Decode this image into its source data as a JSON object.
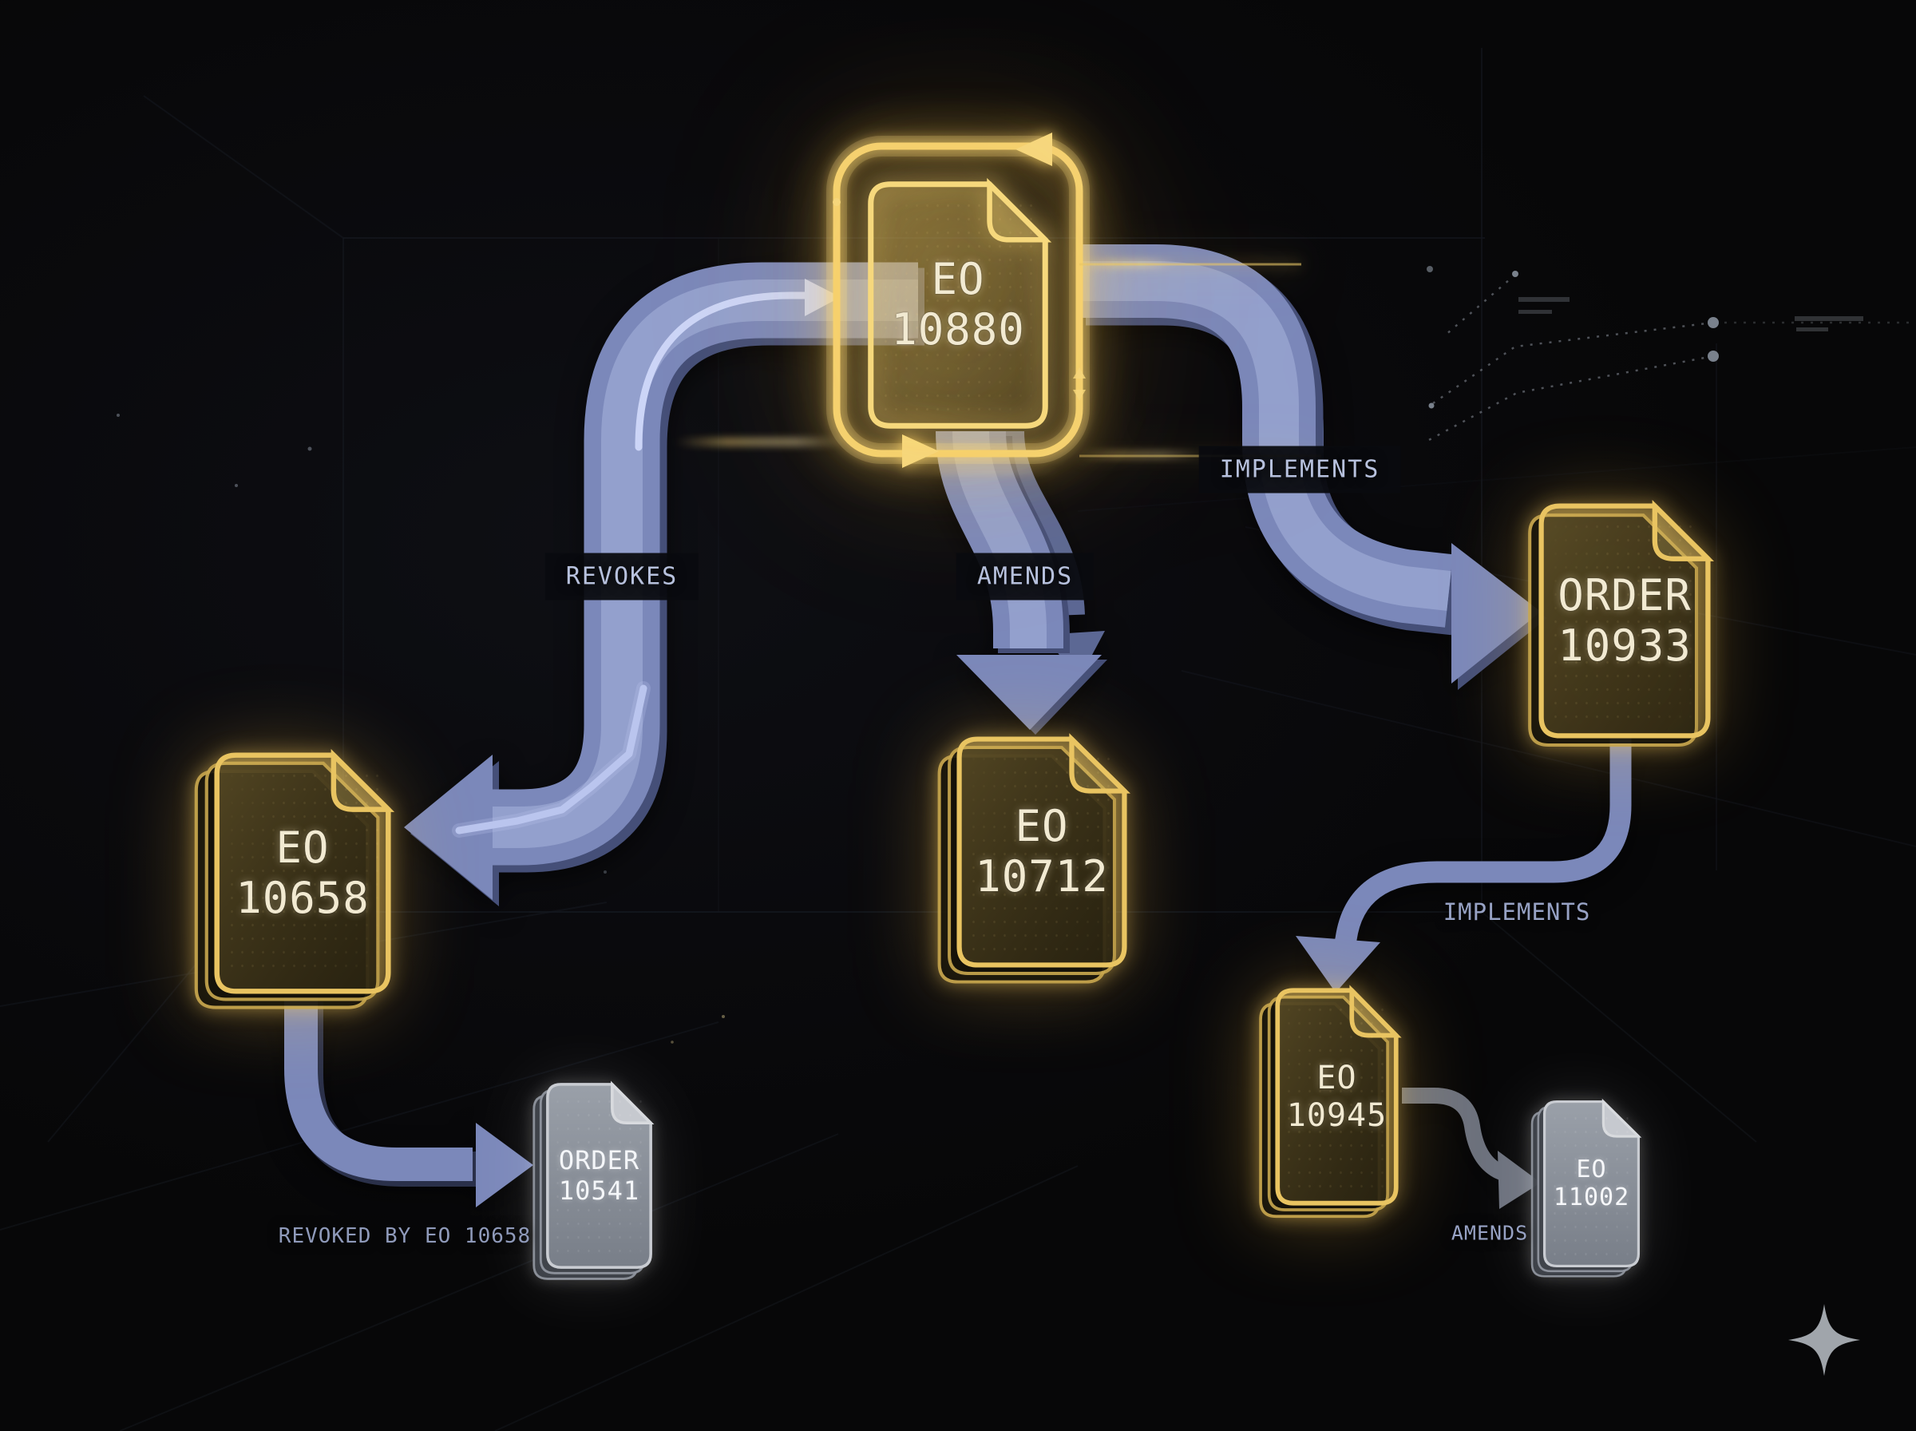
{
  "diagram": {
    "nodes": [
      {
        "id": "eo-10880",
        "line1": "EO",
        "line2": "10880",
        "style": "gold-focus"
      },
      {
        "id": "eo-10658",
        "line1": "EO",
        "line2": "10658",
        "style": "gold-stack"
      },
      {
        "id": "eo-10712",
        "line1": "EO",
        "line2": "10712",
        "style": "gold-stack"
      },
      {
        "id": "order-10933",
        "line1": "ORDER",
        "line2": "10933",
        "style": "gold-stack"
      },
      {
        "id": "eo-10945",
        "line1": "EO",
        "line2": "10945",
        "style": "gold-stack"
      },
      {
        "id": "eo-11002",
        "line1": "EO",
        "line2": "11002",
        "style": "gray-stack"
      },
      {
        "id": "order-10541",
        "line1": "ORDER",
        "line2": "10541",
        "style": "gray-stack"
      }
    ],
    "edges": [
      {
        "from": "EO 10880",
        "to": "EO 10658",
        "label": "REVOKES"
      },
      {
        "from": "EO 10880",
        "to": "EO 10712",
        "label": "AMENDS"
      },
      {
        "from": "EO 10880",
        "to": "ORDER 10933",
        "label": "IMPLEMENTS"
      },
      {
        "from": "ORDER 10933",
        "to": "EO 10945",
        "label": "IMPLEMENTS"
      },
      {
        "from": "EO 10945",
        "to": "EO 11002",
        "label": "AMENDS"
      },
      {
        "from": "EO 10658",
        "to": "ORDER 10541",
        "label": "REVOKED BY EO 10658"
      }
    ],
    "icons": {
      "sparkle": "four-point-star"
    },
    "colors": {
      "background": "#0a0a0c",
      "accent_gold": "#f0cd6e",
      "accent_blue": "#7b88ba",
      "doc_gray": "#9aa0a9",
      "doc_text": "#f2ead2",
      "label_text": "#b7c1dd"
    }
  }
}
